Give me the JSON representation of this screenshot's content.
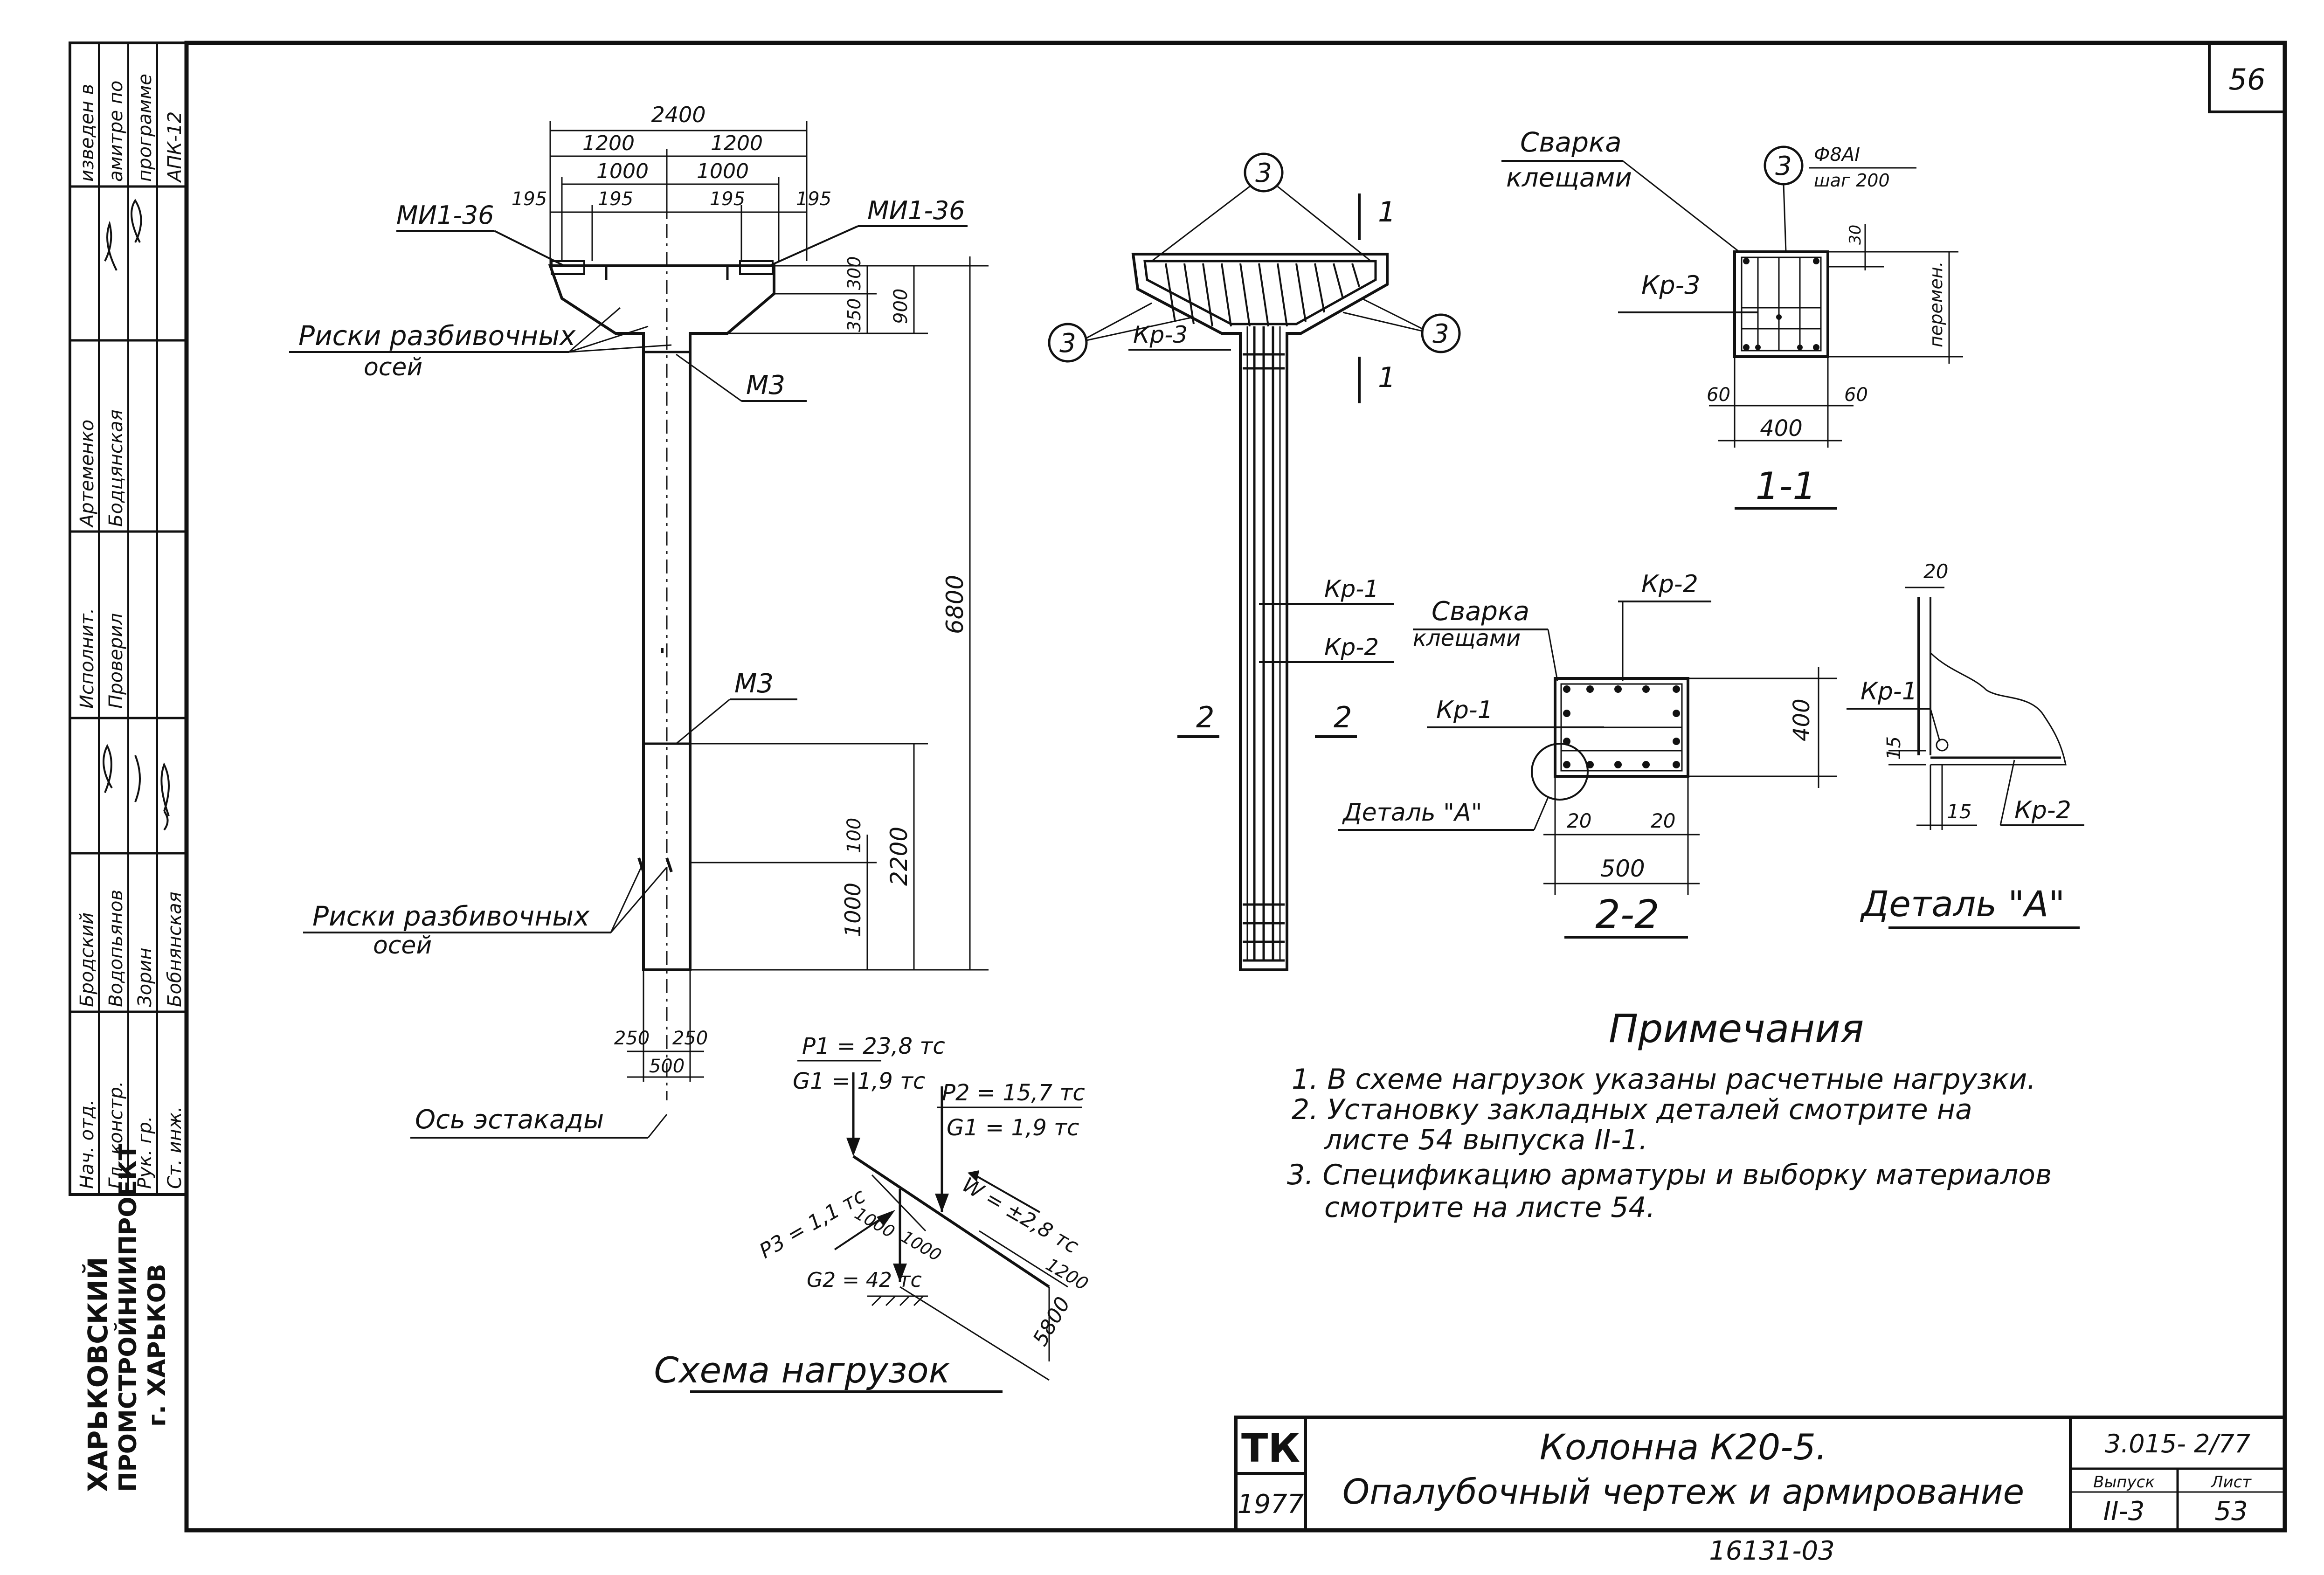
{
  "sheet_number": "56",
  "archive_number": "16131-03",
  "side_stamp": {
    "top_cells": [
      "изведен в",
      "амитре по",
      "программе",
      "АПК-12"
    ],
    "roles": [
      "Нач. отд.",
      "Гл. констр.",
      "Рук. гр.",
      "Ст. инж.",
      "Исполнит.",
      "Проверил"
    ],
    "names": [
      "Бродский",
      "Водопьянов",
      "Зорин",
      "Бобнянская",
      "Артеменко",
      "Бодцянская"
    ],
    "org": [
      "ХАРЬКОВСКИЙ",
      "ПРОМСТРОЙНИИПРОЕКТ",
      "г. ХАРЬКОВ"
    ]
  },
  "title_block": {
    "series_code": "ТК",
    "year": "1977",
    "title_line1": "Колонна К20-5.",
    "title_line2": "Опалубочный чертеж и армирование",
    "doc_code": "3.015- 2/77",
    "issue_label": "Выпуск",
    "issue_value": "II-3",
    "sheet_label": "Лист",
    "sheet_value": "53"
  },
  "formwork_view": {
    "dim_total": "2400",
    "dim_half_left": "1200",
    "dim_half_right": "1200",
    "dim_1000_left": "1000",
    "dim_1000_right": "1000",
    "dim_195_a": "195",
    "dim_195_b": "195",
    "dim_195_c": "195",
    "dim_195_d": "195",
    "label_mi_left": "МИ1-36",
    "label_mi_right": "МИ1-36",
    "risk_top_line1": "Риски разбивочных",
    "risk_top_line2": "осей",
    "label_m3_top": "М3",
    "label_m3_mid": "М3",
    "dim_350": "350",
    "dim_300": "300",
    "dim_900": "900",
    "dim_6800": "6800",
    "dim_2200": "2200",
    "dim_100": "100",
    "dim_1000": "1000",
    "risk_bottom_line1": "Риски разбивочных",
    "risk_bottom_line2": "осей",
    "dim_250_left": "250",
    "dim_250_right": "250",
    "dim_500": "500",
    "axis_label": "Ось эстакады"
  },
  "reinforcement_view": {
    "marker": "3",
    "label_kp3": "Кр-3",
    "label_kp1": "Кр-1",
    "label_kp2": "Кр-2",
    "section_1": "1",
    "section_2": "2"
  },
  "section_1_1": {
    "weld_line1": "Сварка",
    "weld_line2": "клещами",
    "marker": "3",
    "rebar_top": "Ф8АI",
    "rebar_bottom": "шаг 200",
    "label_kp3": "Кр-3",
    "dim_30": "30",
    "dim_var": "перемен.",
    "dim_60_left": "60",
    "dim_60_right": "60",
    "dim_400": "400",
    "title": "1-1"
  },
  "section_2_2": {
    "label_kp2": "Кр-2",
    "weld_line1": "Сварка",
    "weld_line2": "клещами",
    "label_kp1": "Кр-1",
    "dim_400": "400",
    "detail_ref": "Деталь \"А\"",
    "dim_20_left": "20",
    "dim_20_right": "20",
    "dim_500": "500",
    "title": "2-2"
  },
  "detail_a": {
    "dim_20": "20",
    "label_kp1": "Кр-1",
    "dim_15_v": "15",
    "dim_15_h": "15",
    "label_kp2": "Кр-2",
    "title": "Деталь \"А\""
  },
  "load_scheme": {
    "p1": "P1 = 23,8 тс",
    "g1_left": "G1 = 1,9 тс",
    "p2": "P2 = 15,7 тс",
    "g1_right": "G1 = 1,9 тс",
    "p3": "P3 = 1,1 тс",
    "w": "W = ±2,8 тс",
    "g2": "G2 = 42 тс",
    "dim_1000_a": "1000",
    "dim_1000_b": "1000",
    "dim_1200": "1200",
    "dim_5800": "5800",
    "title": "Схема нагрузок"
  },
  "notes": {
    "heading": "Примечания",
    "items": [
      "1. В схеме нагрузок указаны расчетные нагрузки.",
      "2. Установку закладных деталей смотрите на",
      "листе 54 выпуска II-1.",
      "3. Спецификацию арматуры и выборку материалов",
      "смотрите на листе 54."
    ]
  }
}
